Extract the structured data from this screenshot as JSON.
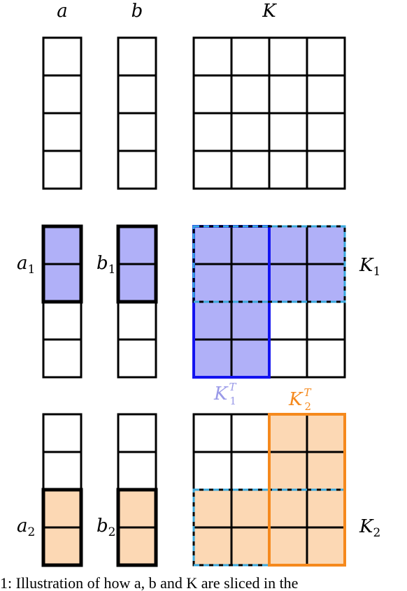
{
  "labels": {
    "a": "a",
    "b": "b",
    "K": "K",
    "a1": "a",
    "a1_sub": "1",
    "b1": "b",
    "b1_sub": "1",
    "K1": "K",
    "K1_sub": "1",
    "K1T": "K",
    "K1T_sup": "T",
    "K1T_sub": "1",
    "K2T": "K",
    "K2T_sup": "T",
    "K2T_sub": "2",
    "a2": "a",
    "a2_sub": "2",
    "b2": "b",
    "b2_sub": "2",
    "K2": "K",
    "K2_sub": "2"
  },
  "caption": "1: Illustration of how a, b and K are sliced in the",
  "colors": {
    "purple_fill": "#b0b0f8",
    "orange_fill": "#fcd8b4",
    "purple_label": "#9a9ae8",
    "orange_label": "#f5891d",
    "blue_border": "#1414f0",
    "orange_border": "#f5891d",
    "dash_cyan": "#3aa8dc",
    "grid": "#000000"
  }
}
